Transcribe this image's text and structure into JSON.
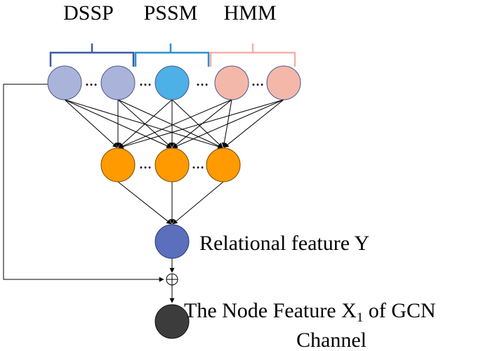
{
  "groups": [
    {
      "label": "DSSP",
      "color": "#3a5aa4"
    },
    {
      "label": "PSSM",
      "color": "#2f8fcf"
    },
    {
      "label": "HMM",
      "color": "#f2b1a8"
    }
  ],
  "input_nodes": [
    {
      "group": "DSSP",
      "fill": "#aab3d9"
    },
    {
      "group": "DSSP",
      "fill": "#aab3d9"
    },
    {
      "group": "PSSM",
      "fill": "#4db0e6"
    },
    {
      "group": "HMM",
      "fill": "#f4b8aa"
    },
    {
      "group": "HMM",
      "fill": "#f4b8aa"
    }
  ],
  "hidden_nodes": [
    {
      "fill": "#ff9a00"
    },
    {
      "fill": "#ff9a00"
    },
    {
      "fill": "#ff9a00"
    }
  ],
  "ellipsis": "…",
  "relational_node": {
    "fill": "#5b6fbc",
    "label": "Relational feature  Y"
  },
  "output_node": {
    "fill": "#3c3c3c",
    "label_pre": "The Node Feature X",
    "label_sub": "1",
    "label_post": " of GCN",
    "label_line2": "Channel"
  }
}
